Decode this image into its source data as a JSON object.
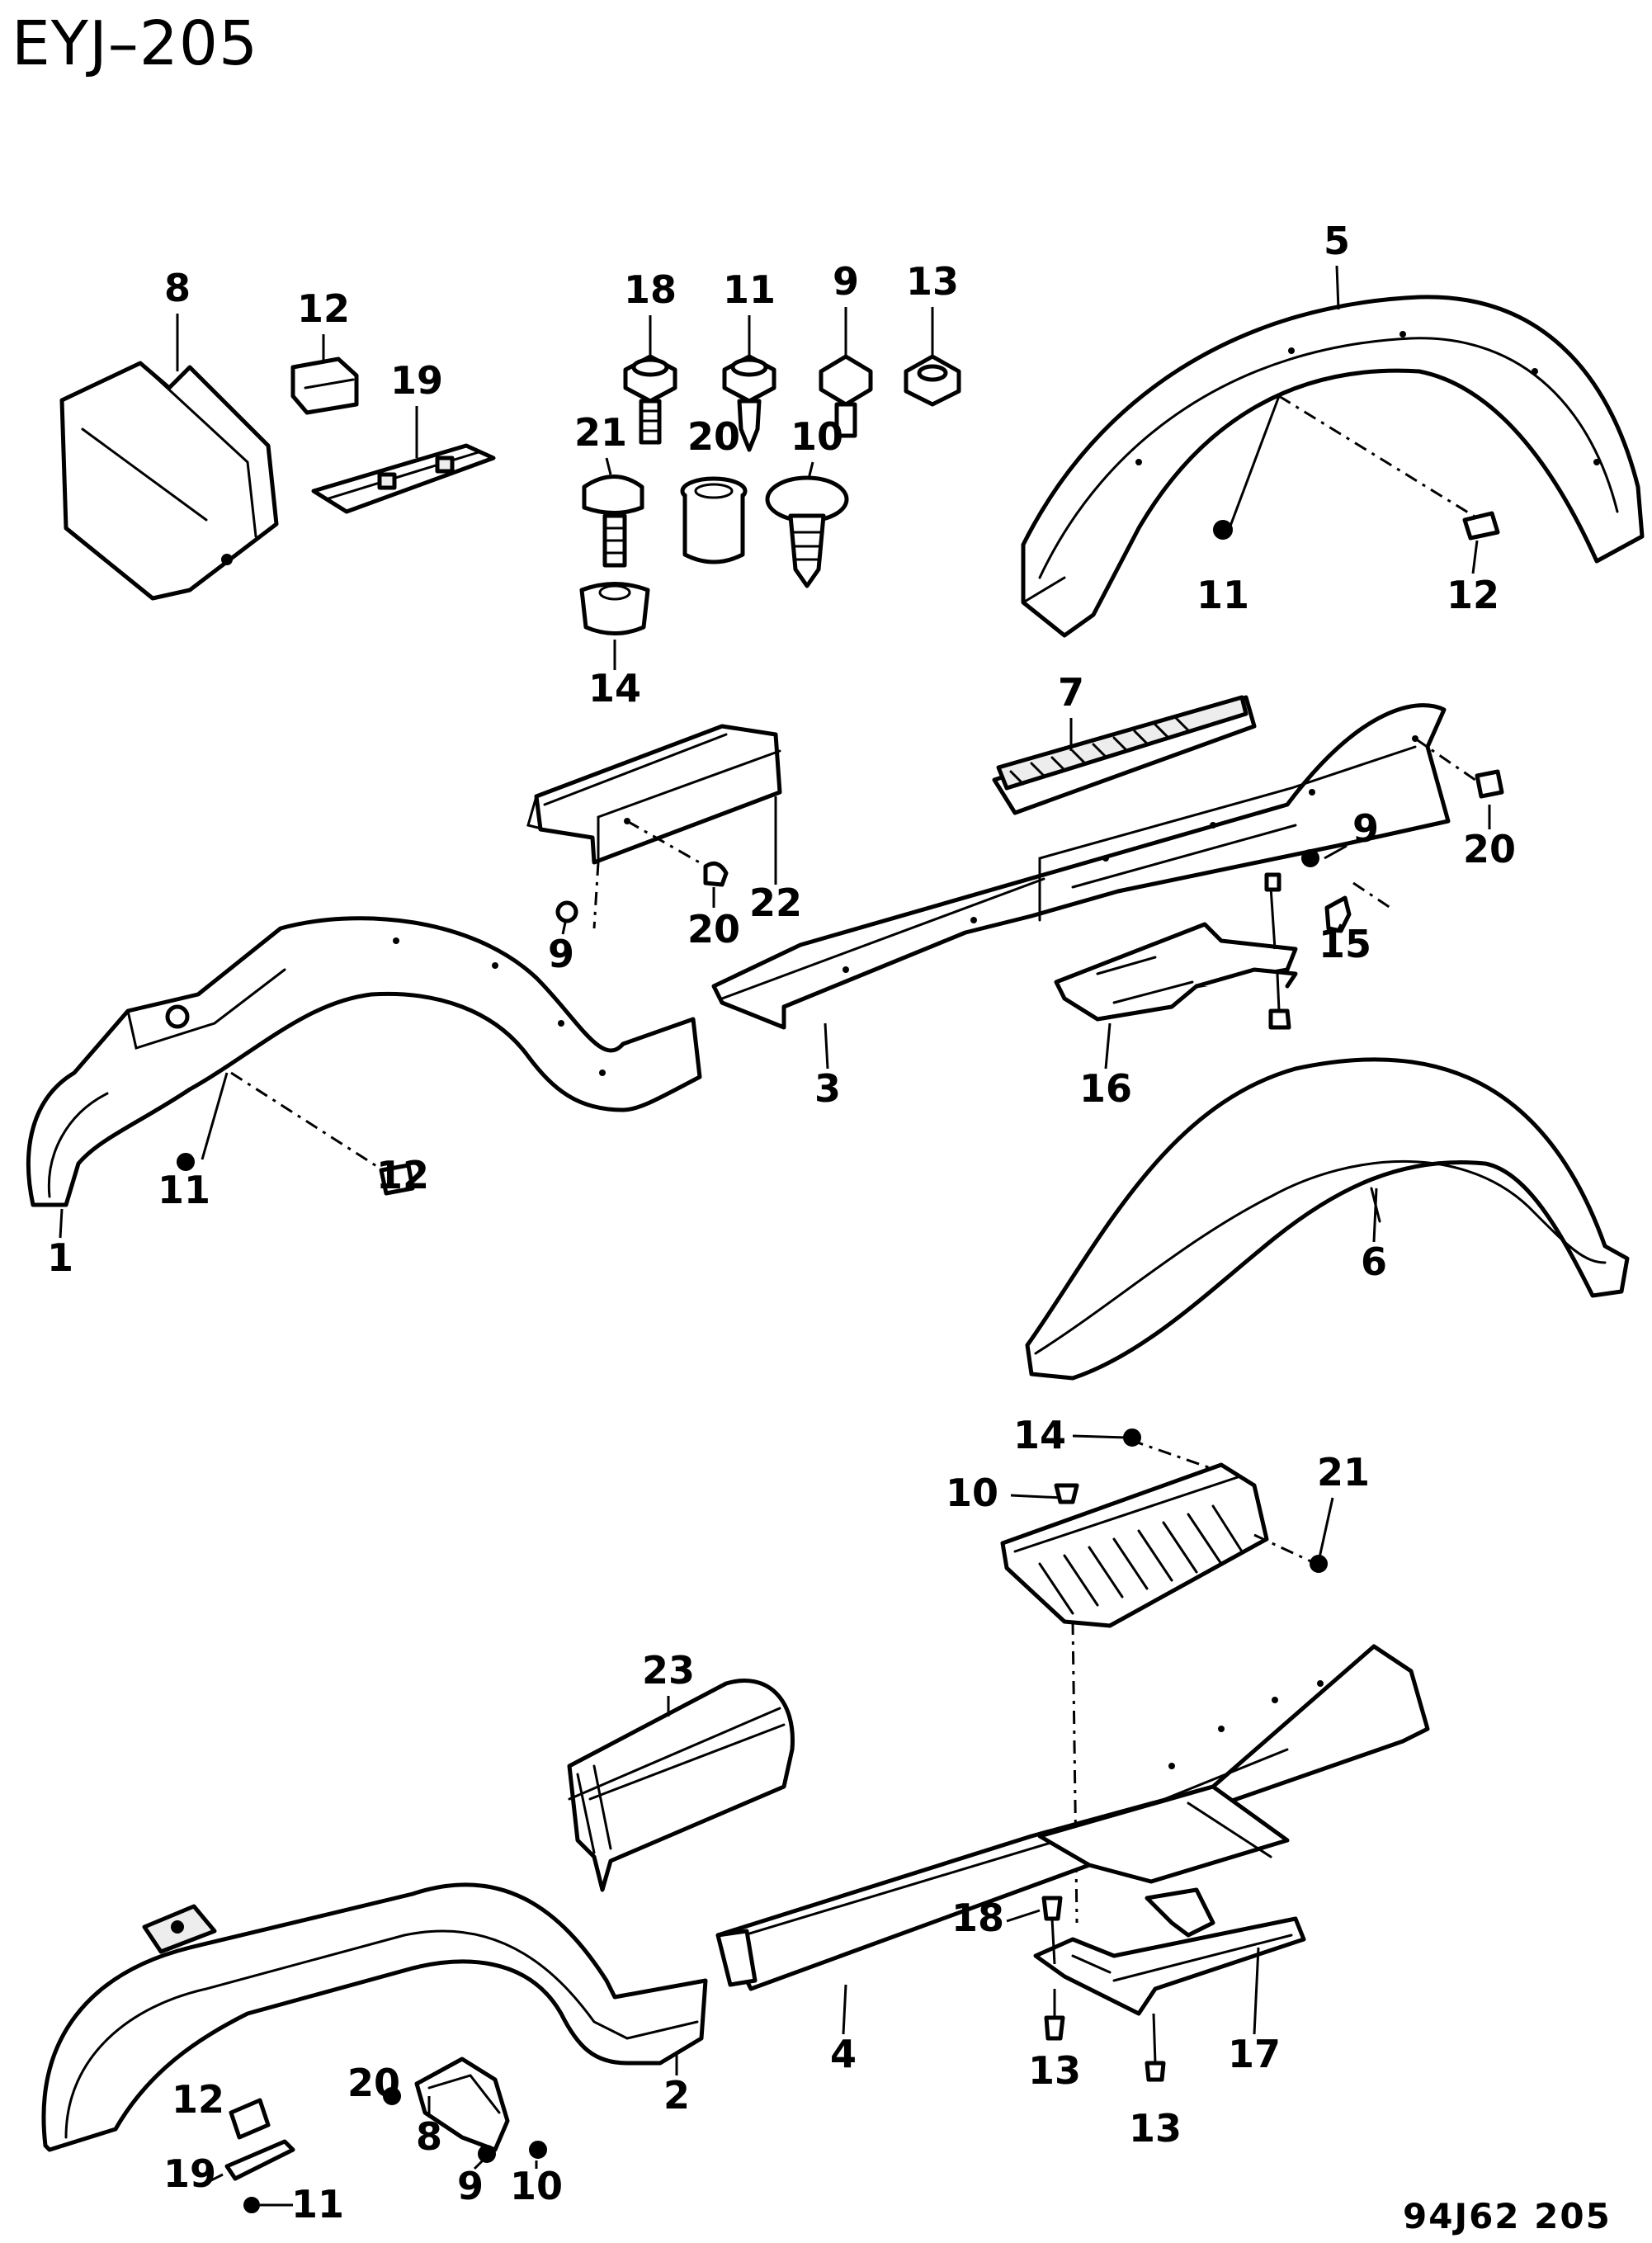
{
  "diagram_code": "EYJ–205",
  "footer_code": "94J62  205",
  "callouts": {
    "c1": "1",
    "c2": "2",
    "c3": "3",
    "c4": "4",
    "c5": "5",
    "c6": "6",
    "c7": "7",
    "c8a": "8",
    "c8b": "8",
    "c9a": "9",
    "c9b": "9",
    "c9c": "9",
    "c9d": "9",
    "c10a": "10",
    "c10b": "10",
    "c10c": "10",
    "c11a": "11",
    "c11b": "11",
    "c11c": "11",
    "c11d": "11",
    "c12a": "12",
    "c12b": "12",
    "c12c": "12",
    "c12d": "12",
    "c13a": "13",
    "c13b": "13",
    "c13c": "13",
    "c14a": "14",
    "c14b": "14",
    "c15": "15",
    "c16": "16",
    "c17": "17",
    "c18a": "18",
    "c18b": "18",
    "c19a": "19",
    "c19b": "19",
    "c20a": "20",
    "c20b": "20",
    "c20c": "20",
    "c20d": "20",
    "c21a": "21",
    "c21b": "21",
    "c22": "22",
    "c23": "23"
  }
}
